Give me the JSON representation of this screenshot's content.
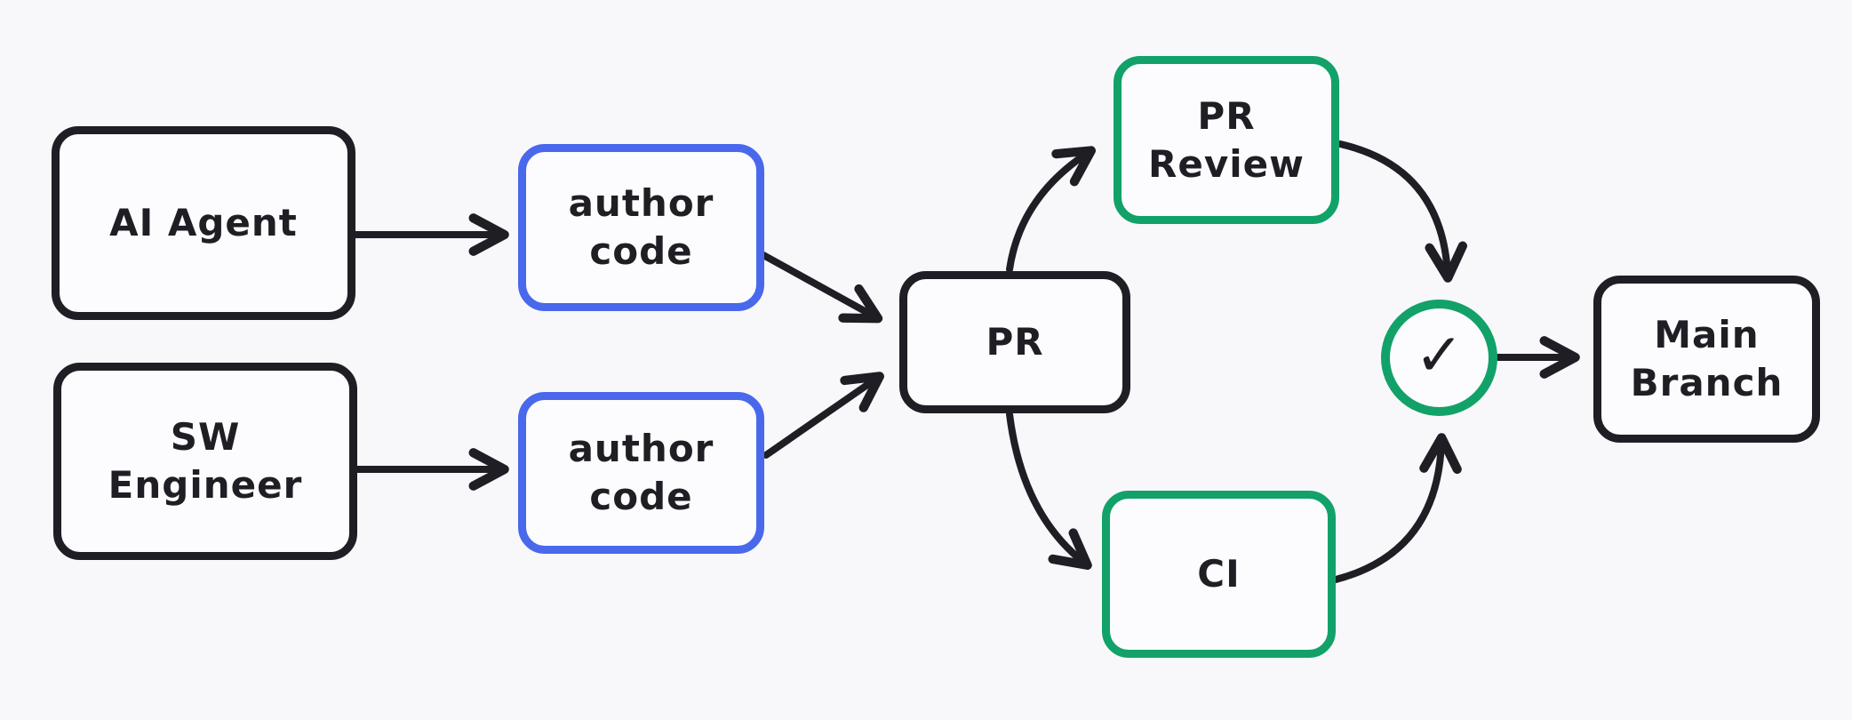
{
  "colors": {
    "background": "#f8f8fb",
    "box-fill": "#fcfcfe",
    "stroke-dark": "#1e1e24",
    "accent-blue": "#4a68ec",
    "accent-green": "#12a269"
  },
  "diagram": {
    "nodes": {
      "ai_agent": {
        "label": "AI Agent",
        "stroke_color": "#1e1e24"
      },
      "sw_engineer": {
        "label": "SW\nEngineer",
        "stroke_color": "#1e1e24"
      },
      "author_code_top": {
        "label": "author\ncode",
        "stroke_color": "#4a68ec"
      },
      "author_code_bottom": {
        "label": "author\ncode",
        "stroke_color": "#4a68ec"
      },
      "pr": {
        "label": "PR",
        "stroke_color": "#1e1e24"
      },
      "pr_review": {
        "label": "PR\nReview",
        "stroke_color": "#12a269"
      },
      "ci": {
        "label": "CI",
        "stroke_color": "#12a269"
      },
      "approval": {
        "icon": "check-icon",
        "glyph": "✓",
        "stroke_color": "#12a269"
      },
      "main_branch": {
        "label": "Main\nBranch",
        "stroke_color": "#1e1e24"
      }
    },
    "edges": [
      {
        "from": "ai_agent",
        "to": "author_code_top"
      },
      {
        "from": "sw_engineer",
        "to": "author_code_bottom"
      },
      {
        "from": "author_code_top",
        "to": "pr"
      },
      {
        "from": "author_code_bottom",
        "to": "pr"
      },
      {
        "from": "pr",
        "to": "pr_review"
      },
      {
        "from": "pr",
        "to": "ci"
      },
      {
        "from": "pr_review",
        "to": "approval"
      },
      {
        "from": "ci",
        "to": "approval"
      },
      {
        "from": "approval",
        "to": "main_branch"
      }
    ]
  }
}
